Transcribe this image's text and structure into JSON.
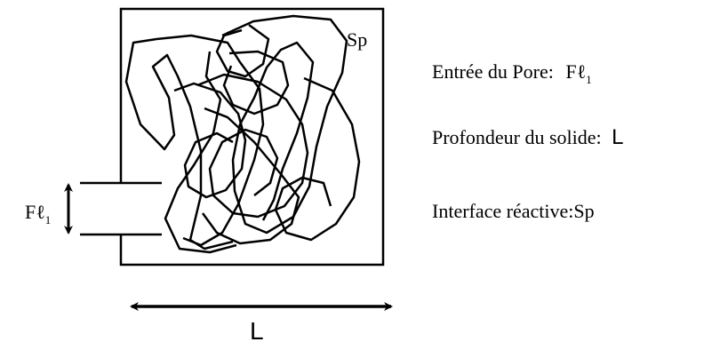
{
  "diagram": {
    "box_label": "Sp",
    "pore_symbol": "Fℓ",
    "pore_subscript": "1",
    "depth_label": "L",
    "legend": {
      "entry_label": "Entrée du Pore:",
      "entry_symbol": "Fℓ",
      "entry_subscript": "1",
      "depth_label": "Profondeur du solide:",
      "depth_symbol": "L",
      "interface_label": "Interface réactive:Sp"
    },
    "colors": {
      "stroke": "#000000",
      "background": "#ffffff"
    }
  }
}
